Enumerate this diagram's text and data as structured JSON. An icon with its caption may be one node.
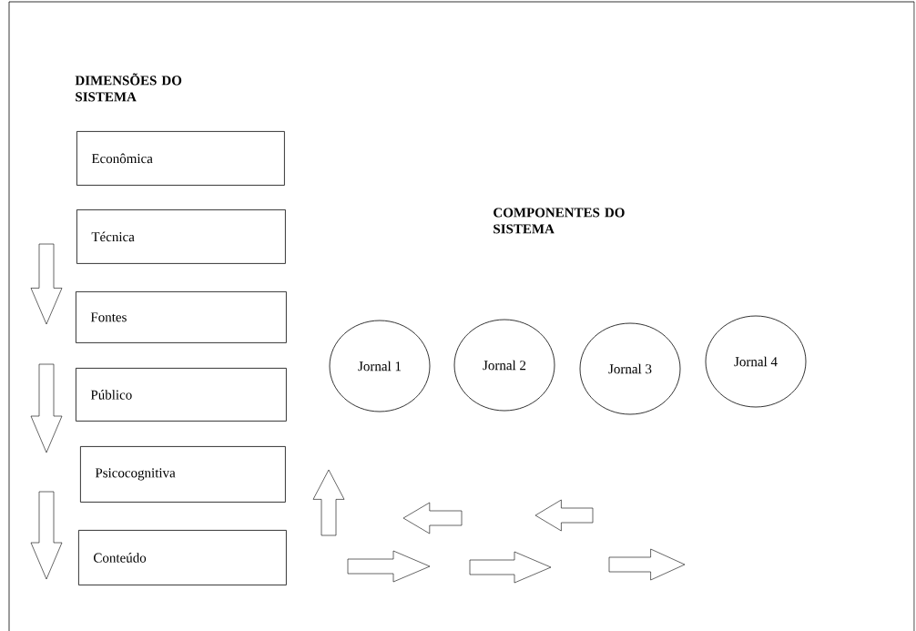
{
  "diagram": {
    "nodes": [
      {
        "text": [
          "Econômica"
        ]
      },
      {
        "text": [
          "Técnica"
        ]
      },
      {
        "text": [
          "Fontes"
        ]
      },
      {
        "text": [
          "Público"
        ]
      },
      {
        "text": [
          "Psicocognitiva"
        ]
      },
      {
        "text": [
          "Conteúdo"
        ]
      },
      {
        "text": [
          "Jornal 1"
        ]
      },
      {
        "text": [
          "Jornal 2"
        ]
      },
      {
        "text": [
          "Jornal 3"
        ]
      },
      {
        "text": [
          "Jornal 4"
        ]
      }
    ],
    "labels": [
      "DIMENSÕES DO SISTEMA",
      "COMPONENTES DO SISTEMA"
    ]
  }
}
